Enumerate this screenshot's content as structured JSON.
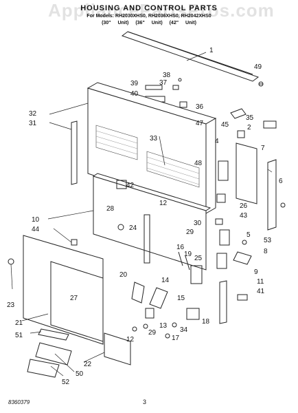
{
  "header": {
    "title": "HOUSING AND CONTROL PARTS",
    "for_models": "For Models: RH2030XHS0, RH2036XHS0, RH2042XHS0",
    "units": "(30\" Unit)   (36\" Unit)   (42\" Unit)"
  },
  "watermark": "AppliancePartsPros.com",
  "footer": {
    "doc_number": "8360379",
    "page": "3"
  },
  "callouts": [
    "1",
    "49",
    "38",
    "37",
    "39",
    "40",
    "36",
    "35",
    "32",
    "31",
    "33",
    "45",
    "2",
    "47",
    "48",
    "4",
    "7",
    "6",
    "42",
    "12",
    "28",
    "30",
    "29",
    "26",
    "43",
    "10",
    "44",
    "24",
    "5",
    "53",
    "8",
    "16",
    "19",
    "25",
    "9",
    "20",
    "14",
    "15",
    "11",
    "41",
    "23",
    "27",
    "13",
    "18",
    "21",
    "51",
    "29",
    "12",
    "34",
    "17",
    "22",
    "50",
    "52"
  ]
}
